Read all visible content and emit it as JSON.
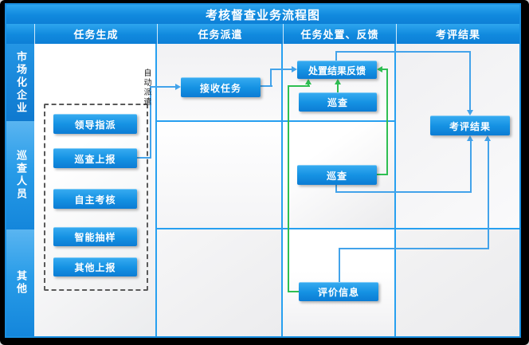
{
  "title": "考核督查业务流程图",
  "columns": [
    "任务生成",
    "任务派遣",
    "任务处置、反馈",
    "考评结果"
  ],
  "lanes": [
    "市场化企业",
    "巡查人员",
    "其他"
  ],
  "nodes": {
    "leader_assign": "领导指派",
    "patrol_report": "巡查上报",
    "self_assess": "自主考核",
    "smart_sampling": "智能抽样",
    "other_report": "其他上报",
    "receive_task": "接收任务",
    "handle_feedback": "处置结果反馈",
    "patrol_top": "巡查",
    "patrol_mid": "巡查",
    "eval_info": "评价信息",
    "eval_result": "考评结果"
  },
  "annotations": {
    "auto_dispatch": "自动派遣"
  },
  "colors": {
    "frame_blue": "#1a90e2",
    "header_blue": "#1089de",
    "box_blue": "#1592e3",
    "line_blue": "#43a3ea",
    "line_green": "#2ebf52"
  }
}
